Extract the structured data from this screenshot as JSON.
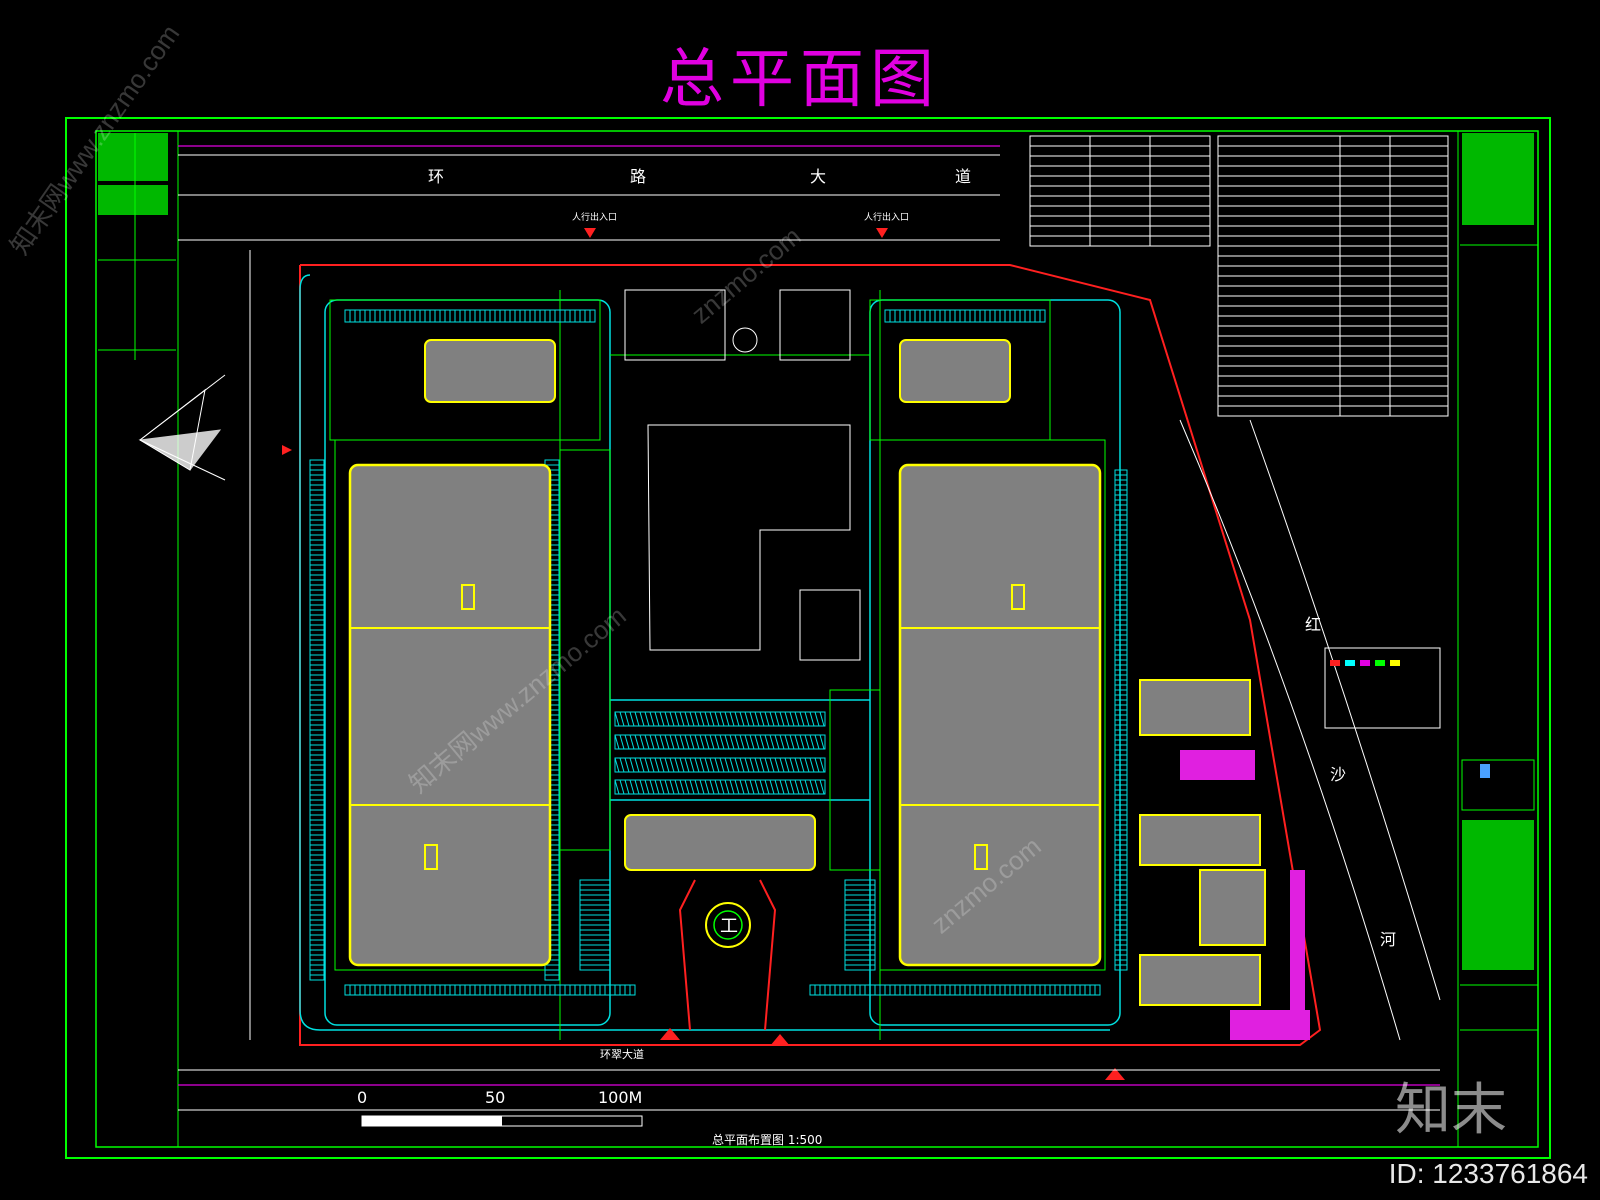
{
  "title": "总平面图",
  "entrances": [
    "人行出入口",
    "人行出入口"
  ],
  "scale_bar": {
    "ticks": [
      "0",
      "50",
      "100M"
    ],
    "caption": "总平面布置图 1:500"
  },
  "road_labels": [
    "环",
    "路",
    "大",
    "道",
    "沙",
    "河",
    "红",
    "环翠大道"
  ],
  "gate_badge": "工",
  "watermarks": [
    "知末网www.znzmo.com",
    "znzmo.com",
    "知末网www.znzmo.com",
    "znzmo.com"
  ],
  "brand": "知末",
  "id_text": "ID: 1233761864",
  "colors": {
    "title": "#e000e0",
    "frame": "#00ff00",
    "building_fill": "#808080",
    "building_edge": "#ffff00",
    "road": "#00ffff",
    "boundary": "#ff0000"
  }
}
